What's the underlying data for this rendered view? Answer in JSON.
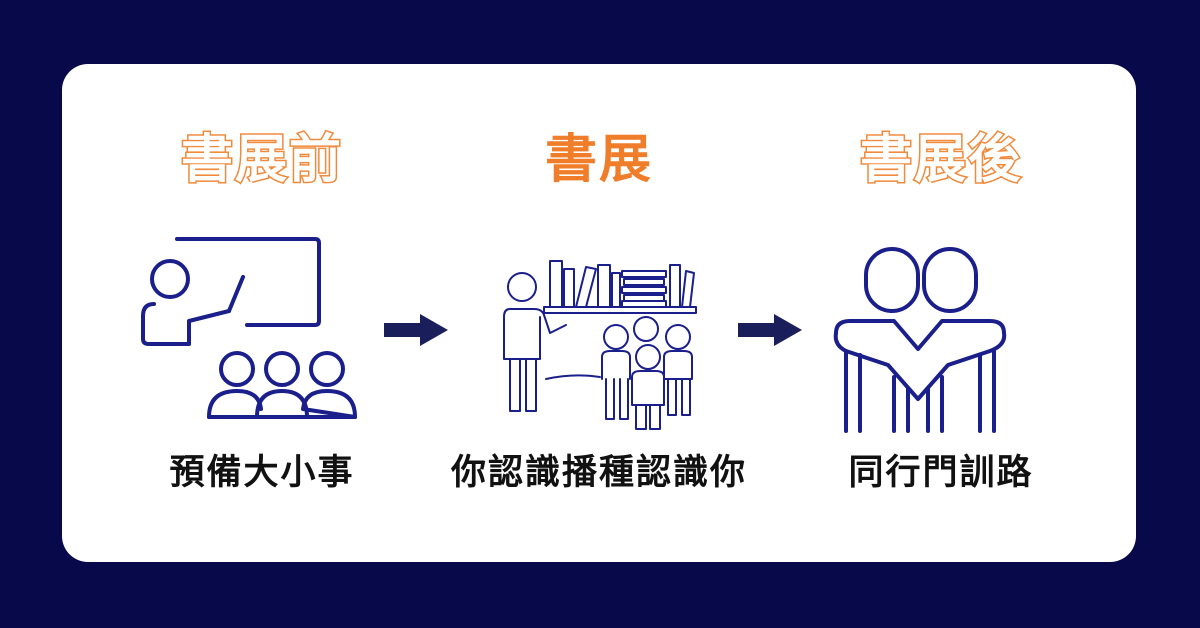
{
  "stages": [
    {
      "title": "書展前",
      "caption": "預備大小事",
      "icon": "teacher-presenting-icon"
    },
    {
      "title": "書展",
      "caption": "你認識播種認識你",
      "icon": "book-fair-group-icon"
    },
    {
      "title": "書展後",
      "caption": "同行門訓路",
      "icon": "companions-embracing-icon"
    }
  ],
  "icons": {
    "arrow": "right-arrow-icon"
  },
  "colors": {
    "background": "#07094a",
    "card": "#ffffff",
    "title_orange": "#f07d2a",
    "line_navy": "#1a1f8c",
    "caption_black": "#111111"
  }
}
